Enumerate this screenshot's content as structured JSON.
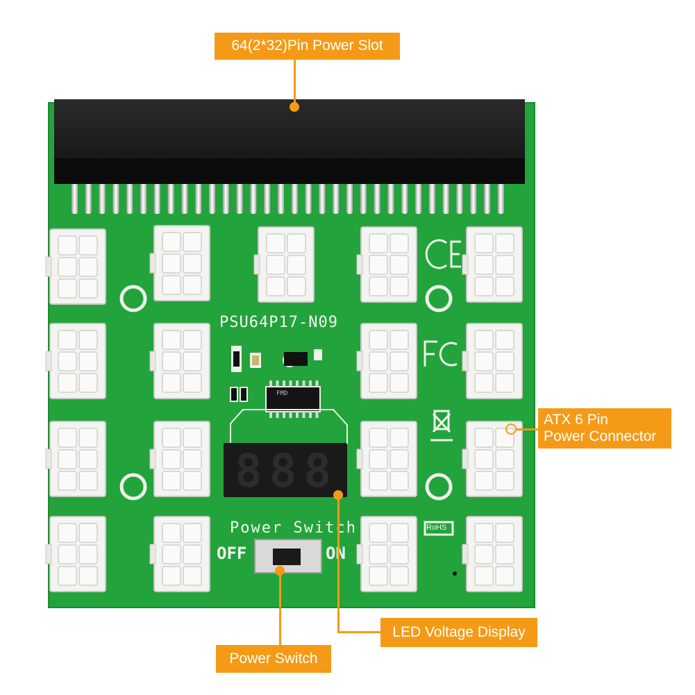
{
  "callouts": {
    "power_slot": "64(2*32)Pin Power Slot",
    "atx_line1": "ATX 6 Pin",
    "atx_line2": "Power Connector",
    "led_display": "LED Voltage Display",
    "power_switch": "Power Switch"
  },
  "board": {
    "model": "PSU64P17-N09",
    "switch_title": "Power Switch",
    "switch_off": "OFF",
    "switch_on": "ON",
    "led_digits": "888",
    "ce_mark": "CE",
    "fcc_mark": "FC",
    "rohs_mark": "RoHS",
    "chip_text": "FMD"
  },
  "colors": {
    "pcb": "#23a33b",
    "accent": "#f59a16",
    "connector": "#f3f3f1",
    "header": "#1c1c1c",
    "pins": "#e4e4e4"
  }
}
